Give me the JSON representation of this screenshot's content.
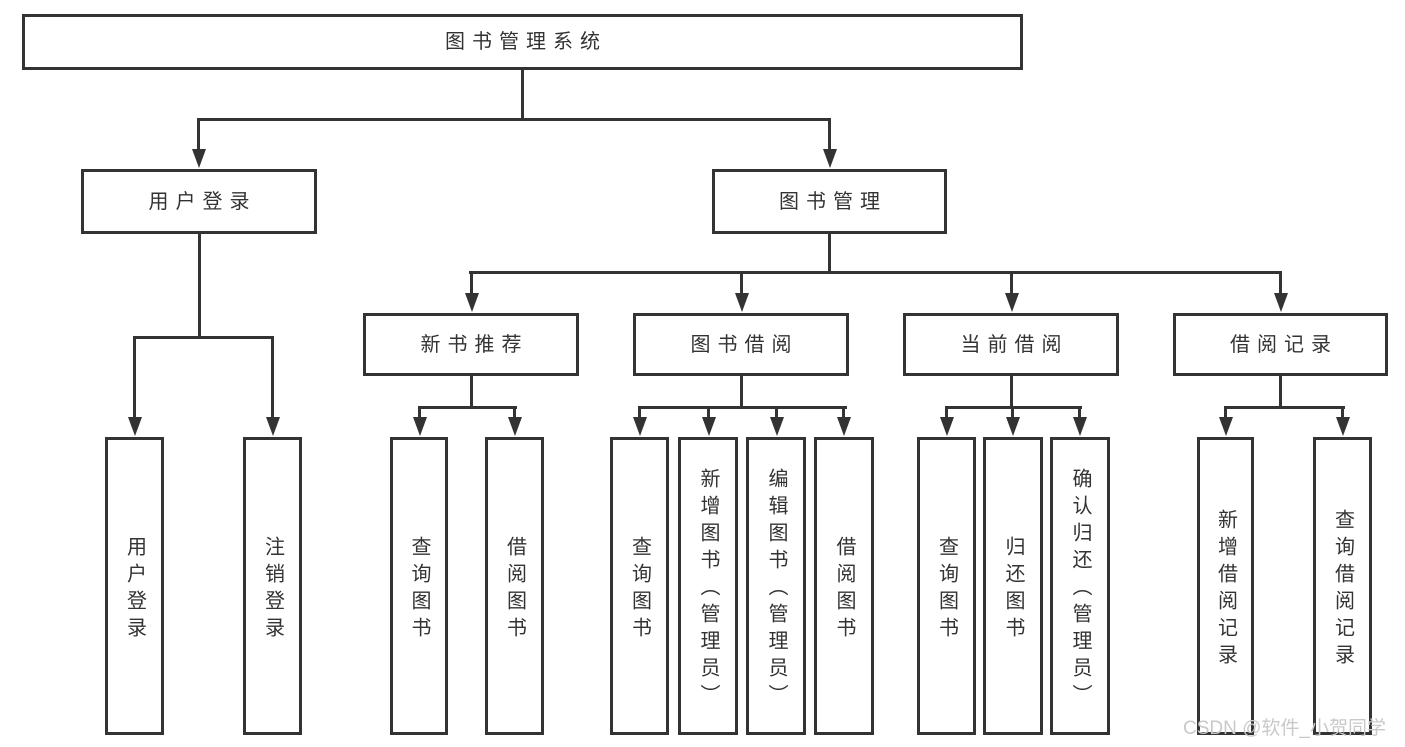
{
  "colors": {
    "line": "#333333",
    "text": "#333333",
    "background": "#ffffff",
    "watermark_text": "#c9c9c9"
  },
  "watermark": "CSDN @软件_小贺同学",
  "tree": {
    "root": {
      "label": "图书管理系统",
      "children": [
        {
          "label": "用户登录",
          "children": [
            {
              "label": "用户登录"
            },
            {
              "label": "注销登录"
            }
          ]
        },
        {
          "label": "图书管理",
          "children": [
            {
              "label": "新书推荐",
              "children": [
                {
                  "label": "查询图书"
                },
                {
                  "label": "借阅图书"
                }
              ]
            },
            {
              "label": "图书借阅",
              "children": [
                {
                  "label": "查询图书"
                },
                {
                  "label": "新增图书（管理员）"
                },
                {
                  "label": "编辑图书（管理员）"
                },
                {
                  "label": "借阅图书"
                }
              ]
            },
            {
              "label": "当前借阅",
              "children": [
                {
                  "label": "查询图书"
                },
                {
                  "label": "归还图书"
                },
                {
                  "label": "确认归还（管理员）"
                }
              ]
            },
            {
              "label": "借阅记录",
              "children": [
                {
                  "label": "新增借阅记录"
                },
                {
                  "label": "查询借阅记录"
                }
              ]
            }
          ]
        }
      ]
    }
  }
}
